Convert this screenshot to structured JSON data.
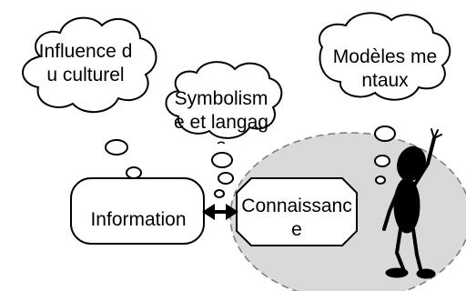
{
  "diagram": {
    "clouds": {
      "influence": "Influence du culturel",
      "symbolisme": "Symbolisme et langage",
      "modeles": "Modèles mentaux"
    },
    "boxes": {
      "information": "Information",
      "connaissance": "Connaissance"
    }
  },
  "colors": {
    "outline": "#000000",
    "fill": "#ffffff",
    "shade": "#d9d9d9",
    "figure": "#000000"
  },
  "icons": [
    "person-icon",
    "double-arrow-icon"
  ]
}
